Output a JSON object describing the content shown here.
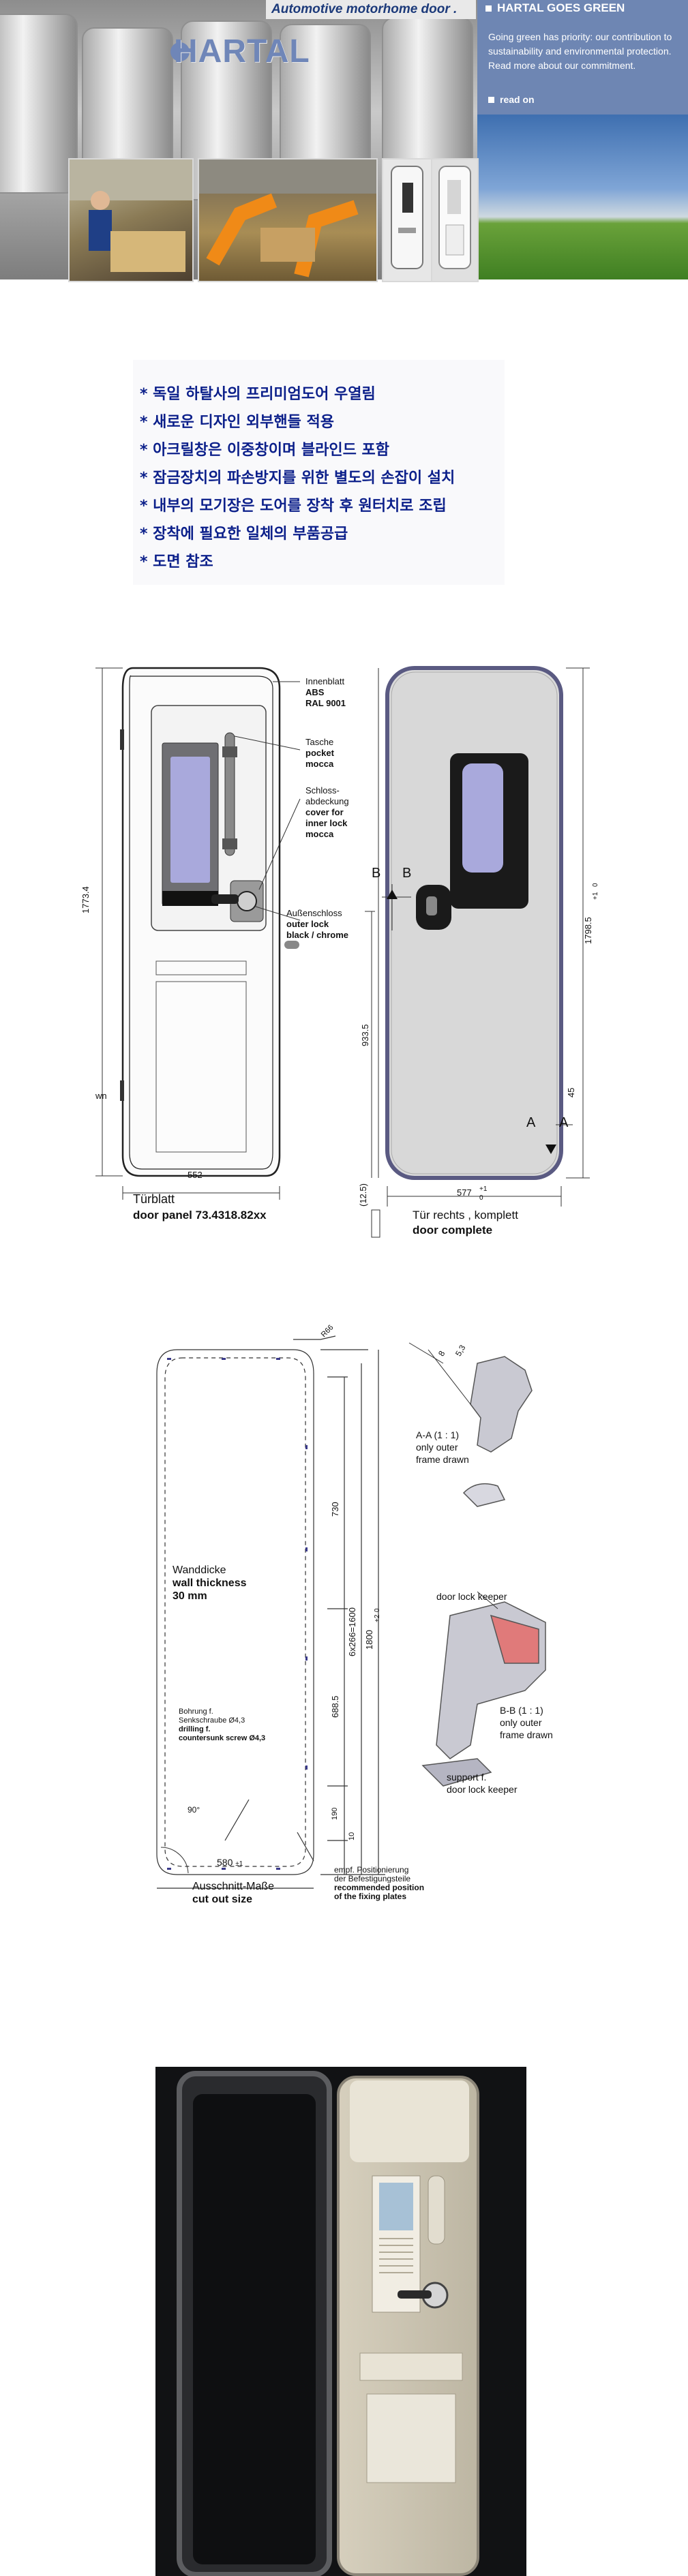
{
  "header": {
    "tagline": "Automotive motorhome door .",
    "logo_text": "HARTAL",
    "green_title": "HARTAL GOES GREEN",
    "green_text": "Going green has priority: our contribution to sustainability and environmental protection. Read more about our commitment.",
    "read_on": "read on",
    "brand_color": "#6e86b3"
  },
  "features": [
    "* 독일 하탈사의 프리미엄도어 우열림",
    "* 새로운 디자인 외부핸들 적용",
    "* 아크릴창은 이중창이며 블라인드 포함",
    "* 잠금장치의 파손방지를 위한 별도의 손잡이 설치",
    "* 내부의 모기장은 도어를 장착 후 원터치로 조립",
    "* 장착에 필요한 일체의 부품공급",
    "* 도면 참조"
  ],
  "drawing1": {
    "innenblatt": "Innenblatt",
    "abs": "ABS",
    "ral": "RAL 9001",
    "tasche": "Tasche",
    "pocket": "pocket",
    "mocca1": "mocca",
    "schloss1": "Schloss-",
    "schloss2": "abdeckung",
    "cover1": "cover for",
    "cover2": "inner lock",
    "mocca2": "mocca",
    "aussen": "Außenschloss",
    "outer_lock": "outer lock",
    "black_chrome": "black / chrome",
    "dim_height_left": "1773.4",
    "dim_552": "552",
    "dim_9335": "933.5",
    "dim_17985": "1798.5",
    "dim_17985_tol_top": "+1",
    "dim_17985_tol_bot": "0",
    "dim_45": "45",
    "dim_577": "577",
    "dim_577_tol_top": "+1",
    "dim_577_tol_bot": "0",
    "dim_125": "(12.5)",
    "b_left": "B",
    "b_right": "B",
    "a_left": "A",
    "a_right": "A",
    "wn": "wn",
    "turblatt": "Türblatt",
    "door_panel": "door panel 73.4318.82xx",
    "tur_rechts": "Tür rechts , komplett",
    "door_complete": "door complete"
  },
  "drawing2": {
    "r66": "R66",
    "dim_730": "730",
    "dim_1600": "6x266=1600",
    "dim_1800": "1800",
    "dim_1800_tol_top": "+2",
    "dim_1800_tol_bot": "0",
    "dim_6885": "688.5",
    "dim_190": "190",
    "dim_10": "10",
    "dim_90": "90°",
    "dim_580": "580",
    "dim_580_tol": "±1",
    "wanddicke": "Wanddicke",
    "wall_thickness": "wall thickness",
    "wall_mm": "30 mm",
    "bohrung1": "Bohrung f.",
    "bohrung2": "Senkschraube Ø4,3",
    "drilling1": "drilling f.",
    "drilling2": "countersunk screw Ø4,3",
    "ausschnitt": "Ausschnitt-Maße",
    "cut_out": "cut out size",
    "empf1": "empf. Positionierung",
    "empf2": "der Befestigungsteile",
    "empf3": "recommended position",
    "empf4": "of the fixing plates",
    "dim_8": "8",
    "dim_53": "5,3",
    "aa1": "A-A (1 : 1)",
    "aa2": "only outer",
    "aa3": "frame drawn",
    "keeper_top": "door lock keeper",
    "bb1": "B-B (1 : 1)",
    "bb2": "only outer",
    "bb3": "frame drawn",
    "support1": "support f.",
    "support2": "door lock keeper"
  }
}
